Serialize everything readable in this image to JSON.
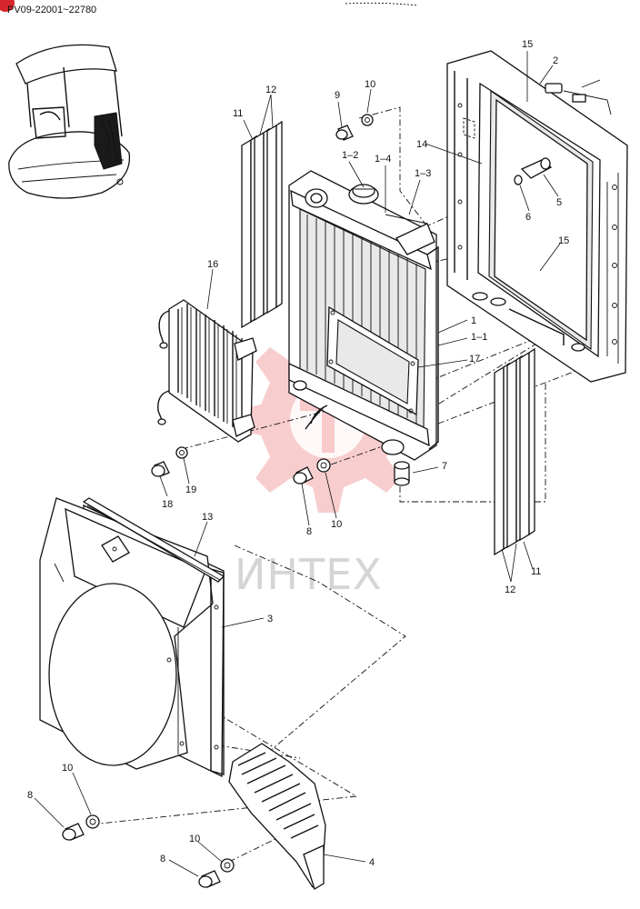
{
  "header": {
    "serial_range": "PV09-22001~22780",
    "badge_color": "#d9262c"
  },
  "watermark": {
    "text": "ИНТЕХ",
    "gear_color": "#f2a4a4",
    "text_color": "#c8c8c8"
  },
  "callouts": {
    "c15_top": "15",
    "c2": "2",
    "c9": "9",
    "c10_top": "10",
    "c12_top": "12",
    "c11_top": "11",
    "c1_2": "1–2",
    "c1_4": "1–4",
    "c1_3": "1–3",
    "c14": "14",
    "c5": "5",
    "c6": "6",
    "c15_mid": "15",
    "c16": "16",
    "c1": "1",
    "c1_1": "1–1",
    "c17": "17",
    "c7": "7",
    "c18": "18",
    "c19": "19",
    "c8_mid": "8",
    "c10_mid": "10",
    "c11_right": "11",
    "c12_right": "12",
    "c13": "13",
    "c3": "3",
    "c10_bl": "10",
    "c8_bl": "8",
    "c10_bot": "10",
    "c8_bot": "8",
    "c4": "4"
  }
}
